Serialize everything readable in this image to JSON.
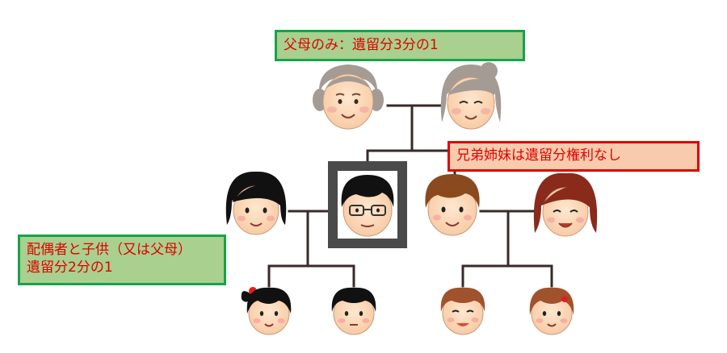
{
  "labels": {
    "parents": "父母のみ：遺留分3分の1",
    "siblings": "兄弟姉妹は遺留分権利なし",
    "spouse_line1": "配偶者と子供（又は父母）",
    "spouse_line2": "遺留分2分の1"
  },
  "colors": {
    "green_fill": "#a9d08e",
    "green_border": "#16a349",
    "red_fill": "#f8cbad",
    "red_border": "#e00000",
    "text_red": "#e00000",
    "line": "#3a2a2a",
    "frame": "#4a4a4a"
  },
  "icons": {
    "grandfather": "elderly-man-icon",
    "grandmother": "elderly-woman-icon",
    "deceased": "man-with-glasses-icon",
    "spouse": "woman-black-hair-icon",
    "brother": "man-brown-hair-icon",
    "sister_in_law": "woman-auburn-hair-icon",
    "child_girl": "girl-icon",
    "child_boy": "boy-icon",
    "nephew": "boy-brown-hair-icon",
    "niece": "girl-brown-hair-icon"
  }
}
